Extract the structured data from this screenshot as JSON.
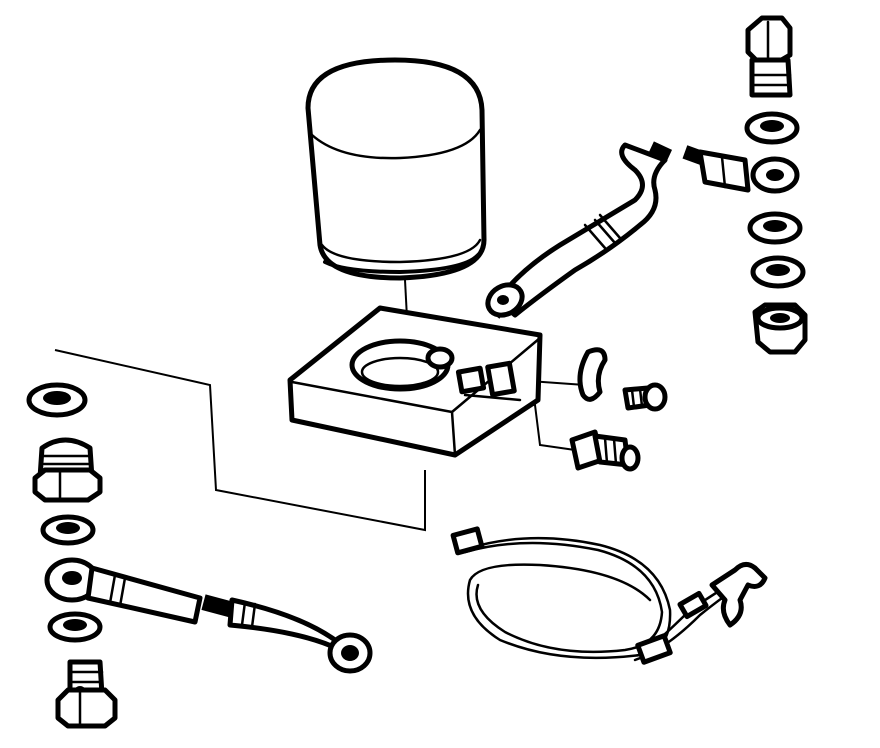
{
  "colors": {
    "ink": "#000000",
    "background": "#ffffff"
  },
  "parts": [
    "oil-filter-cartridge",
    "filter-adapter-block",
    "banjo-bolt-top",
    "sealing-washer",
    "banjo-fitting",
    "union-nut",
    "oil-hose-upper",
    "oil-hose-lower",
    "mounting-clip",
    "clip-screw",
    "oil-pressure-switch",
    "threaded-adapter",
    "banjo-bolt-bottom",
    "wiring-harness"
  ]
}
